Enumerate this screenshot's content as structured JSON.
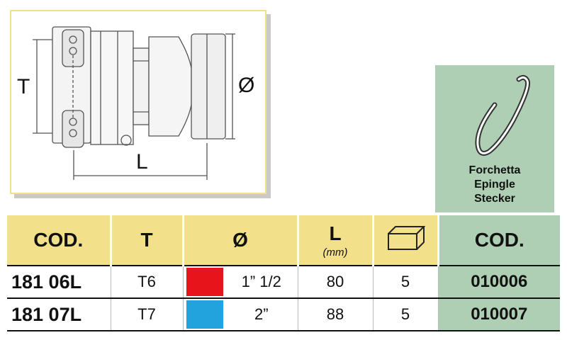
{
  "drawing": {
    "label_t": "T",
    "label_diameter": "Ø",
    "label_l": "L"
  },
  "accessory": {
    "line1": "Forchetta",
    "line2": "Epingle",
    "line3": "Stecker"
  },
  "table": {
    "headers": {
      "cod": "COD.",
      "t": "T",
      "diameter": "Ø",
      "l": "L",
      "l_unit": "(mm)",
      "box_icon": "box-icon",
      "cod2": "COD."
    },
    "rows": [
      {
        "cod": "181 06L",
        "t": "T6",
        "color": "#e8141b",
        "diameter": "1” 1/2",
        "l": "80",
        "qty": "5",
        "cod2": "010006"
      },
      {
        "cod": "181 07L",
        "t": "T7",
        "color": "#22a3dd",
        "diameter": "2”",
        "l": "88",
        "qty": "5",
        "cod2": "010007"
      }
    ]
  }
}
